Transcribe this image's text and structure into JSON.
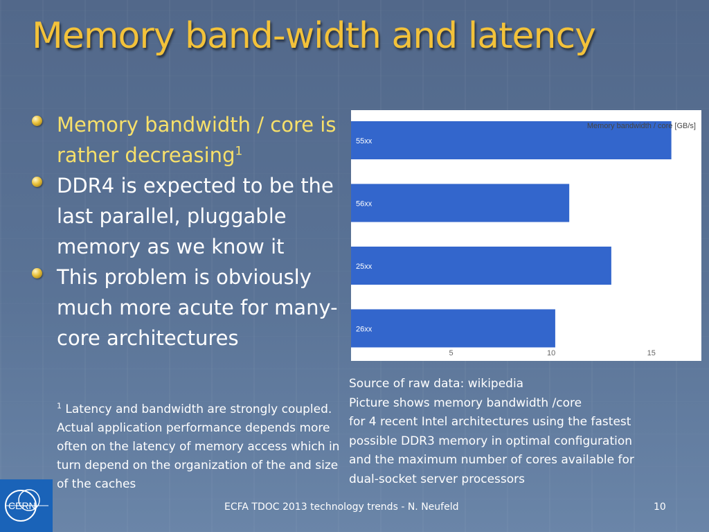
{
  "title": "Memory band-width and latency",
  "bullets": [
    {
      "text": "Memory bandwidth / core is rather decreasing",
      "sup": "1",
      "color": "#f7e06a"
    },
    {
      "text": "DDR4 is expected to be the last parallel, pluggable memory as we know it",
      "sup": "",
      "color": "#ffffff"
    },
    {
      "text": "This problem is obviously much more acute for many-core architectures",
      "sup": "",
      "color": "#ffffff"
    }
  ],
  "footnote": {
    "sup": "1",
    "text": "Latency and bandwidth are strongly coupled. Actual application performance depends more often on the latency of memory access which in turn depend on the organization of the and size of the caches"
  },
  "source_lines": [
    "Source of raw data: wikipedia",
    "Picture shows memory bandwidth /core",
    "for 4 recent Intel architectures using the fastest",
    "possible DDR3 memory in optimal configuration",
    "and the maximum number of cores available for",
    "dual-socket server processors"
  ],
  "footer": "ECFA TDOC 2013 technology trends - N. Neufeld",
  "page_number": "10",
  "logo_text": "CERN",
  "colors": {
    "title": "#f3c23a",
    "bar": "#3366cc",
    "logo_bg": "#1a63b8"
  },
  "chart_data": {
    "type": "bar",
    "orientation": "horizontal",
    "legend": "Memory bandwidth / core [GB/s]",
    "legend_position": "top-right",
    "categories": [
      "55xx",
      "56xx",
      "25xx",
      "26xx"
    ],
    "values": [
      16,
      10.9,
      13,
      10.2
    ],
    "xticks": [
      5,
      10,
      15
    ],
    "xlim": [
      0,
      17.5
    ],
    "grid": false
  }
}
